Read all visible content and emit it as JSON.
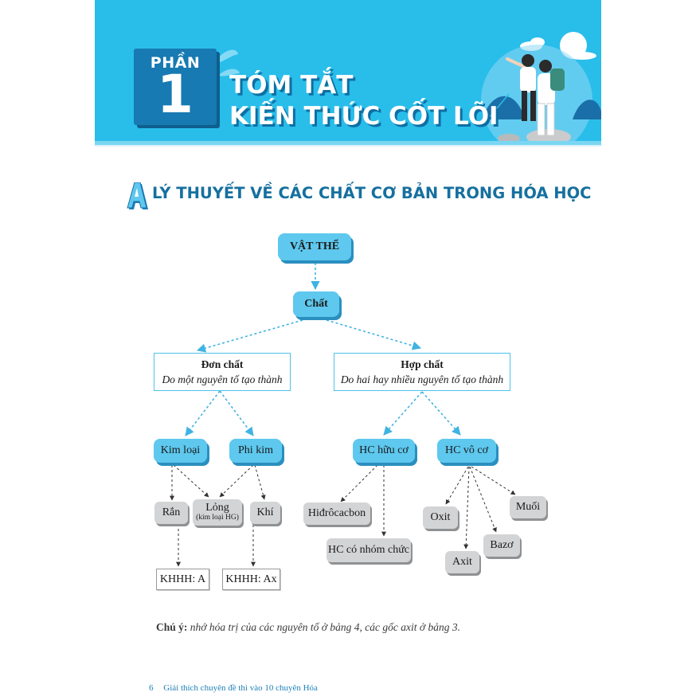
{
  "header": {
    "part_label": "PHẦN",
    "part_number": "1",
    "title_line1": "TÓM TẮT",
    "title_line2": "KIẾN THỨC CỐT LÕI",
    "colors": {
      "banner": "#29bdea",
      "part_box": "#177ab2"
    },
    "illustration": "hikers-with-backpacks-illustration"
  },
  "section": {
    "letter": "A",
    "title": "LÝ THUYẾT VỀ CÁC CHẤT CƠ BẢN TRONG HÓA HỌC",
    "color": "#16709f"
  },
  "diagram": {
    "root": "VẬT THỂ",
    "chat": "Chất",
    "don_chat": {
      "title": "Đơn chất",
      "subtitle": "Do một nguyên tố tạo thành"
    },
    "hop_chat": {
      "title": "Hợp chất",
      "subtitle": "Do hai hay nhiều nguyên tố tạo thành"
    },
    "kim_loai": "Kim loại",
    "phi_kim": "Phi kim",
    "hc_huu_co": "HC hữu cơ",
    "hc_vo_co": "HC vô cơ",
    "ran": "Rắn",
    "long": "Lỏng",
    "long_note": "(kim loại HG)",
    "khi": "Khí",
    "khhh_a": "KHHH: A",
    "khhh_ax": "KHHH: Ax",
    "hidrocacbon": "Hiđrôcacbon",
    "hc_nhom_chuc": "HC có nhóm chức",
    "oxit": "Oxit",
    "axit": "Axit",
    "bazo": "Bazơ",
    "muoi": "Muối",
    "colors": {
      "blue_node": "#5ec8ee",
      "gray_node": "#d3d4d6",
      "arrow_blue": "#3fb3e3"
    }
  },
  "note": {
    "label": "Chú ý:",
    "text": "nhớ hóa trị của các nguyên tố ở bảng 4, các gốc axit ở bảng 3."
  },
  "footer": {
    "page_number": "6",
    "book_title": "Giải thích chuyên đề thi vào 10 chuyên Hóa"
  }
}
